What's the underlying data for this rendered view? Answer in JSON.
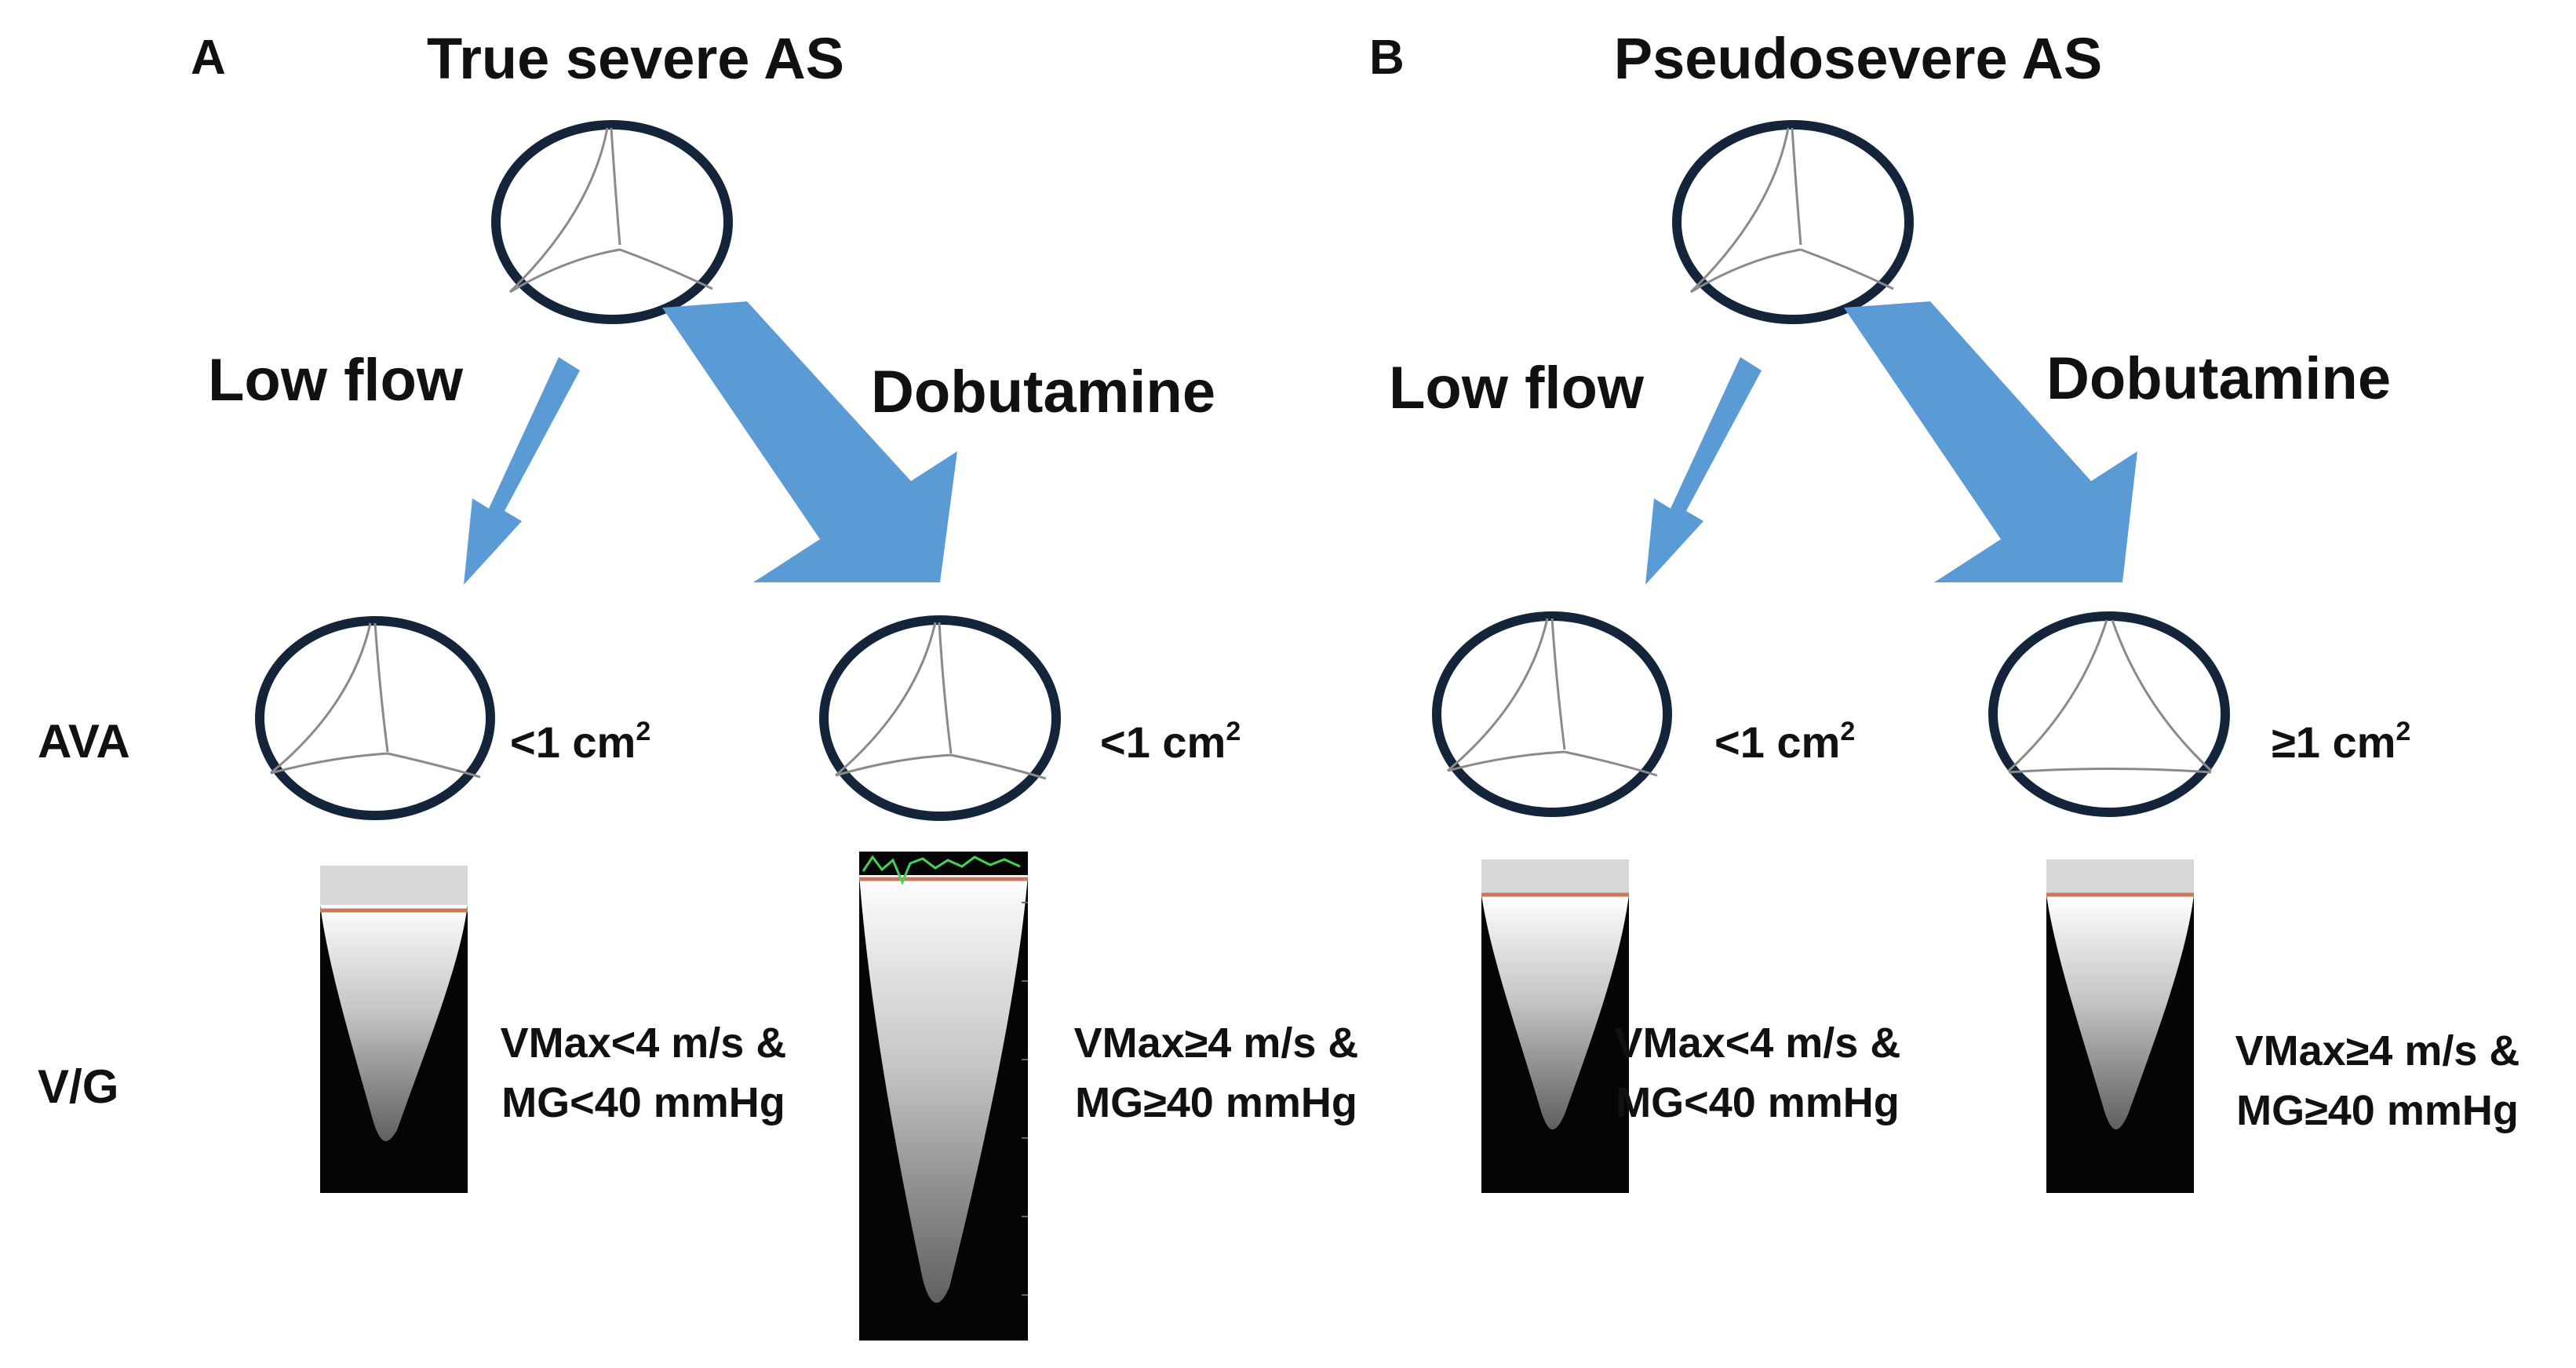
{
  "colors": {
    "arrow": "#5b9bd5",
    "valve_ring": "#14243a",
    "valve_lines": "#8a8a8a",
    "doppler_bg": "#050505",
    "baseline": "#c8785a",
    "trace": "#44d05a",
    "text": "#111111"
  },
  "row_labels": {
    "ava": "AVA",
    "vg": "V/G"
  },
  "panels": [
    {
      "letter": "A",
      "title": "True severe AS",
      "low_flow_label": "Low flow",
      "dobutamine_label": "Dobutamine",
      "low_flow": {
        "ava_prefix": "<1 cm",
        "ava_sup": "2",
        "vg_line1": "VMax<4 m/s &",
        "vg_line2": "MG<40 mmHg"
      },
      "dobutamine": {
        "ava_prefix": "<1 cm",
        "ava_sup": "2",
        "vg_line1": "VMax≥4 m/s &",
        "vg_line2": "MG≥40 mmHg"
      }
    },
    {
      "letter": "B",
      "title": "Pseudosevere AS",
      "low_flow_label": "Low flow",
      "dobutamine_label": "Dobutamine",
      "low_flow": {
        "ava_prefix": "<1 cm",
        "ava_sup": "2",
        "vg_line1": "VMax<4 m/s &",
        "vg_line2": "MG<40 mmHg"
      },
      "dobutamine": {
        "ava_prefix": "≥1 cm",
        "ava_sup": "2",
        "vg_line1": "VMax≥4 m/s &",
        "vg_line2": "MG≥40 mmHg"
      }
    }
  ]
}
